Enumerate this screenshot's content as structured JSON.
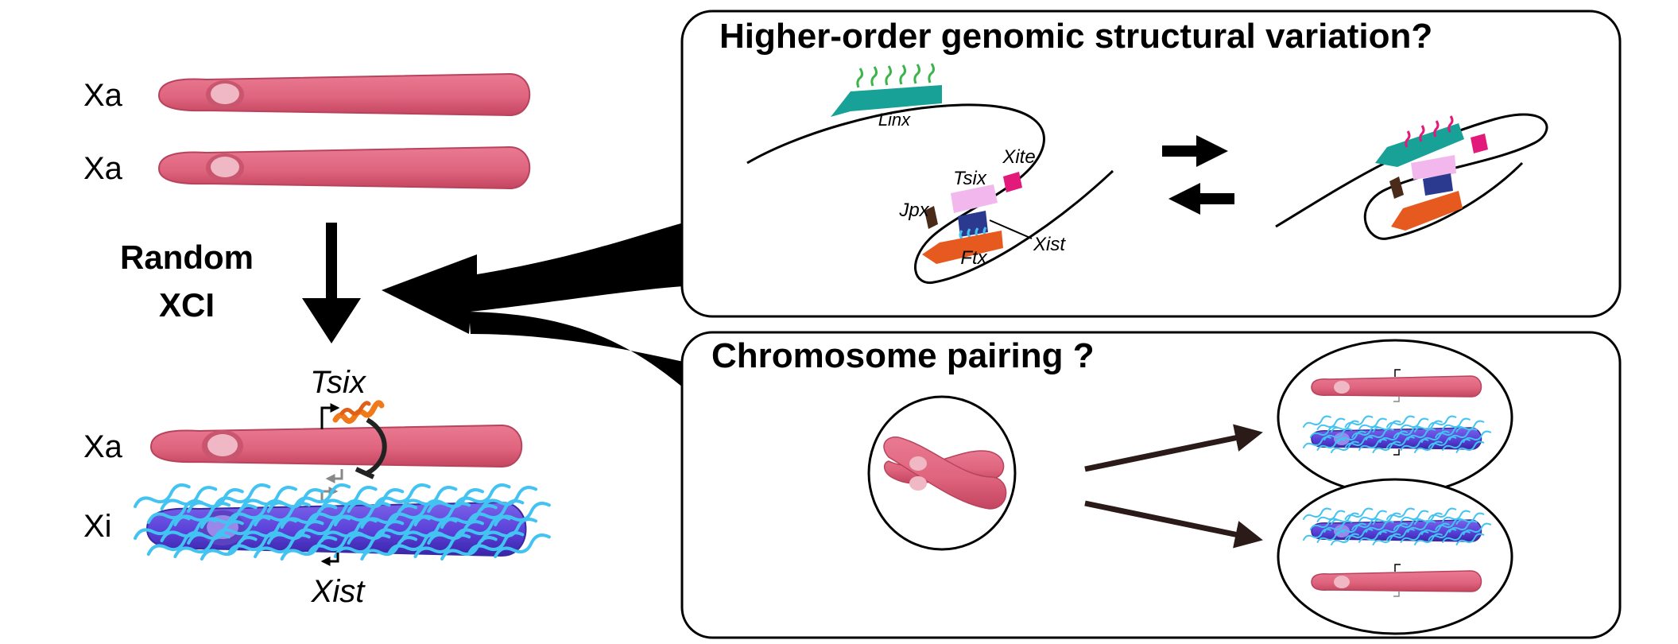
{
  "left": {
    "chromosome_labels": [
      "Xa",
      "Xa",
      "Xa",
      "Xi"
    ],
    "process_line1": "Random",
    "process_line2": "XCI",
    "tsix_label": "Tsix",
    "xist_label": "Xist"
  },
  "top_panel": {
    "title": "Higher-order genomic structural variation?",
    "labels": {
      "linx": "Linx",
      "tsix": "Tsix",
      "xite": "Xite",
      "jpx": "Jpx",
      "xist": "Xist",
      "ftx": "Ftx"
    }
  },
  "bottom_panel": {
    "title": "Chromosome pairing ?"
  },
  "colors": {
    "xa_chromosome": "#e0657f",
    "xi_chromosome": "#6a4fe0",
    "centromere": "#f0b8c4",
    "xist_rna": "#43c3f2",
    "tsix_rna": "#f07a1a",
    "linx": "#18a196",
    "tsix_locus": "#f2b7ec",
    "xite": "#e21a79",
    "jpx": "#4a2a18",
    "xist_locus": "#2b3a8f",
    "ftx": "#e65a20",
    "arrow": "#000000",
    "dark_arrow": "#2a1a18"
  }
}
